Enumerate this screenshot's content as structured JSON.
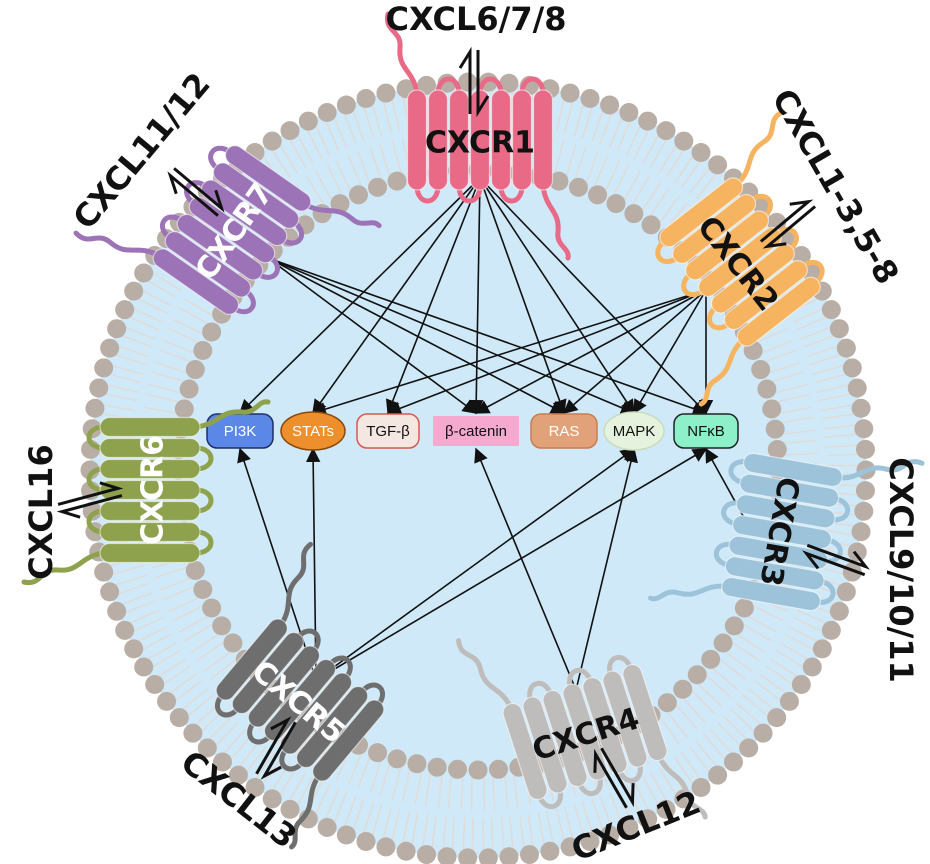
{
  "colors": {
    "cytoplasm": "#cfe9f8",
    "bead": "#b9aea6",
    "tail": "#e1dad6",
    "arrow": "#111111",
    "cxcr1": "#e86a86",
    "cxcr2": "#f6b461",
    "cxcr3": "#9cc3d9",
    "cxcr4": "#bfbcbc",
    "cxcr5": "#6e6e6e",
    "cxcr6": "#8ea14c",
    "cxcr7": "#9c73b7"
  },
  "receptors": [
    {
      "id": "cxcr1",
      "label": "CXCR1",
      "ligand": "CXCL6/7/8",
      "color": "#e86a86",
      "text_color": "#111111"
    },
    {
      "id": "cxcr2",
      "label": "CXCR2",
      "ligand": "CXCL1-3,5-8",
      "color": "#f6b461",
      "text_color": "#111111"
    },
    {
      "id": "cxcr3",
      "label": "CXCR3",
      "ligand": "CXCL9/10/11",
      "color": "#9cc3d9",
      "text_color": "#111111"
    },
    {
      "id": "cxcr4",
      "label": "CXCR4",
      "ligand": "CXCL12",
      "color": "#bfbcbc",
      "text_color": "#111111"
    },
    {
      "id": "cxcr5",
      "label": "CXCR5",
      "ligand": "CXCL13",
      "color": "#6e6e6e",
      "text_color": "#ffffff"
    },
    {
      "id": "cxcr6",
      "label": "CXCR6",
      "ligand": "CXCL16",
      "color": "#8ea14c",
      "text_color": "#ffffff"
    },
    {
      "id": "cxcr7",
      "label": "CXCR7",
      "ligand": "CXCL11/12",
      "color": "#9c73b7",
      "text_color": "#ffffff"
    }
  ],
  "pathways": [
    {
      "id": "pi3k",
      "label": "PI3K",
      "fill": "#5b87e6",
      "stroke": "#1f2f6b",
      "text_color": "#ffffff"
    },
    {
      "id": "stats",
      "label": "STATs",
      "fill": "#ec8f2c",
      "stroke": "#8a4a0a",
      "text_color": "#ffffff"
    },
    {
      "id": "tgfb",
      "label": "TGF-β",
      "fill": "#f4e6e0",
      "stroke": "#d9584e",
      "text_color": "#111111"
    },
    {
      "id": "bcatenin",
      "label": "β-catenin",
      "fill": "#f6a9cf",
      "stroke": "#f6a9cf",
      "text_color": "#111111"
    },
    {
      "id": "ras",
      "label": "RAS",
      "fill": "#e1a27a",
      "stroke": "#c77c52",
      "text_color": "#ffffff"
    },
    {
      "id": "mapk",
      "label": "MAPK",
      "fill": "#e5f2dd",
      "stroke": "#c9dcbd",
      "text_color": "#111111"
    },
    {
      "id": "nfkb",
      "label": "NFκB",
      "fill": "#8ef0c8",
      "stroke": "#222222",
      "text_color": "#111111"
    }
  ],
  "connections": [
    {
      "from": "cxcr1",
      "to": [
        "pi3k",
        "stats",
        "tgfb",
        "bcatenin",
        "ras",
        "mapk",
        "nfkb"
      ]
    },
    {
      "from": "cxcr2",
      "to": [
        "stats",
        "tgfb",
        "bcatenin",
        "ras",
        "mapk",
        "nfkb"
      ]
    },
    {
      "from": "cxcr7",
      "to": [
        "bcatenin",
        "ras",
        "mapk",
        "nfkb"
      ]
    },
    {
      "from": "cxcr5",
      "to": [
        "pi3k",
        "stats",
        "mapk",
        "nfkb"
      ]
    },
    {
      "from": "cxcr4",
      "to": [
        "bcatenin",
        "mapk"
      ]
    },
    {
      "from": "cxcr3",
      "to": [
        "nfkb"
      ]
    }
  ]
}
